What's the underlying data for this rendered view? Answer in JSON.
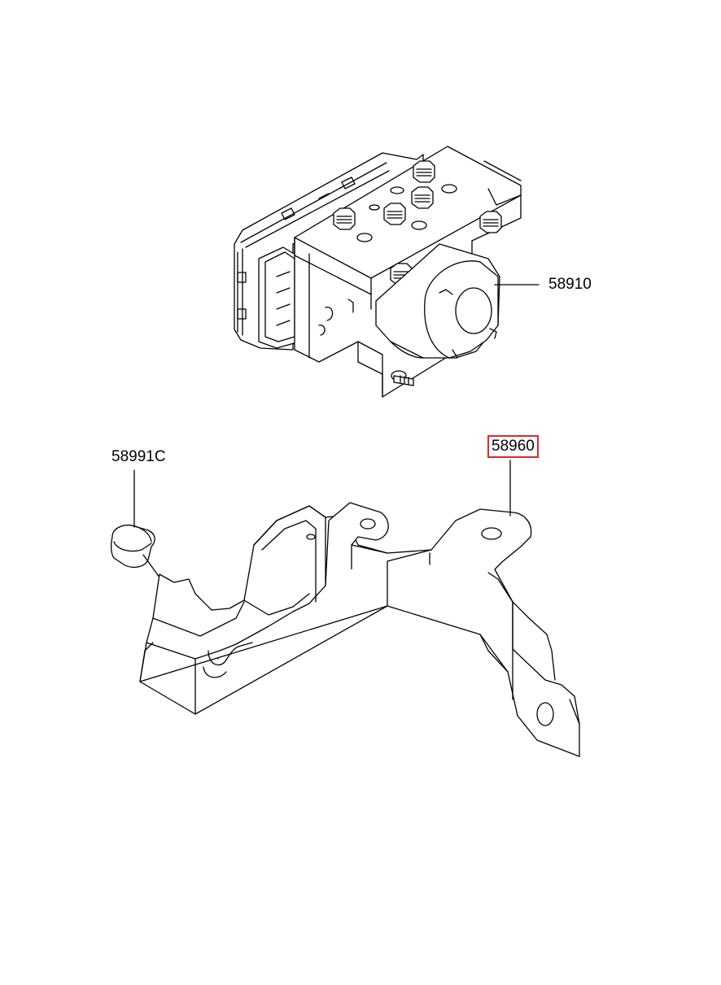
{
  "parts": {
    "abs_module": {
      "number": "58910"
    },
    "bracket": {
      "number": "58960",
      "highlighted": true,
      "highlight_color": "#e0282a"
    },
    "bushing": {
      "number": "58991C"
    }
  }
}
